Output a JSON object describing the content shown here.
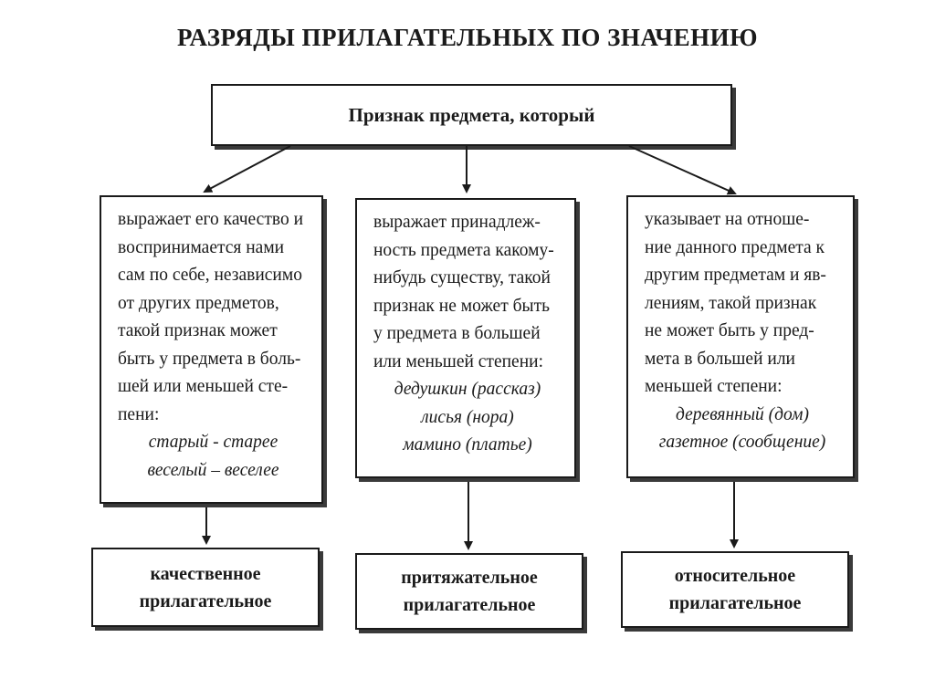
{
  "title": "РАЗРЯДЫ ПРИЛАГАТЕЛЬНЫХ ПО ЗНАЧЕНИЮ",
  "root": "Признак предмета, который",
  "columns": [
    {
      "description": [
        "выражает его качество и",
        "воспринимается нами",
        "сам по себе, независимо",
        "от других предметов,",
        "такой признак может",
        "быть у предмета в боль-",
        "шей или меньшей сте-",
        "пени:"
      ],
      "examples": [
        "старый - старее",
        "веселый – веселее"
      ],
      "result": [
        "качественное",
        "прилагательное"
      ]
    },
    {
      "description": [
        "выражает принадлеж-",
        "ность предмета какому-",
        "нибудь существу, такой",
        "признак не может быть",
        "у предмета в большей",
        "или меньшей степени:"
      ],
      "examples": [
        "дедушкин (рассказ)",
        "лисья (нора)",
        "мамино (платье)"
      ],
      "result": [
        "притяжательное",
        "прилагательное"
      ]
    },
    {
      "description": [
        "указывает на отноше-",
        "ние данного предмета к",
        "другим  предметам и яв-",
        "лениям, такой признак",
        "не может быть у пред-",
        "мета в большей или",
        "меньшей степени:"
      ],
      "examples": [
        "деревянный (дом)",
        "газетное (сообщение)"
      ],
      "result": [
        "относительное",
        "прилагательное"
      ]
    }
  ]
}
